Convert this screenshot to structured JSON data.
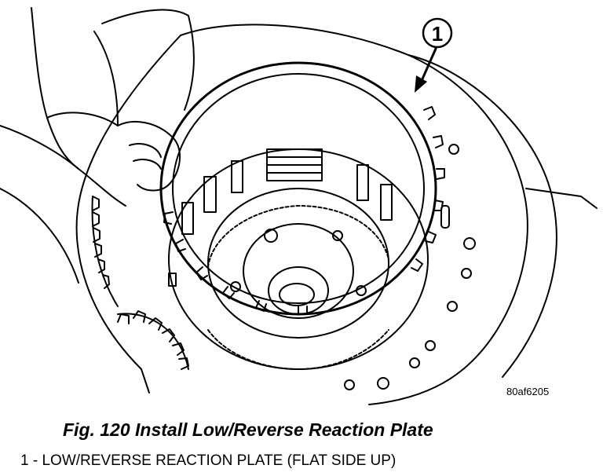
{
  "figure": {
    "callout_number": "1",
    "figure_code": "80af6205"
  },
  "caption": "Fig. 120 Install Low/Reverse Reaction Plate",
  "legend": {
    "items": [
      {
        "number": "1",
        "separator": " - ",
        "text": "LOW/REVERSE REACTION PLATE (FLAT SIDE UP)"
      }
    ]
  }
}
